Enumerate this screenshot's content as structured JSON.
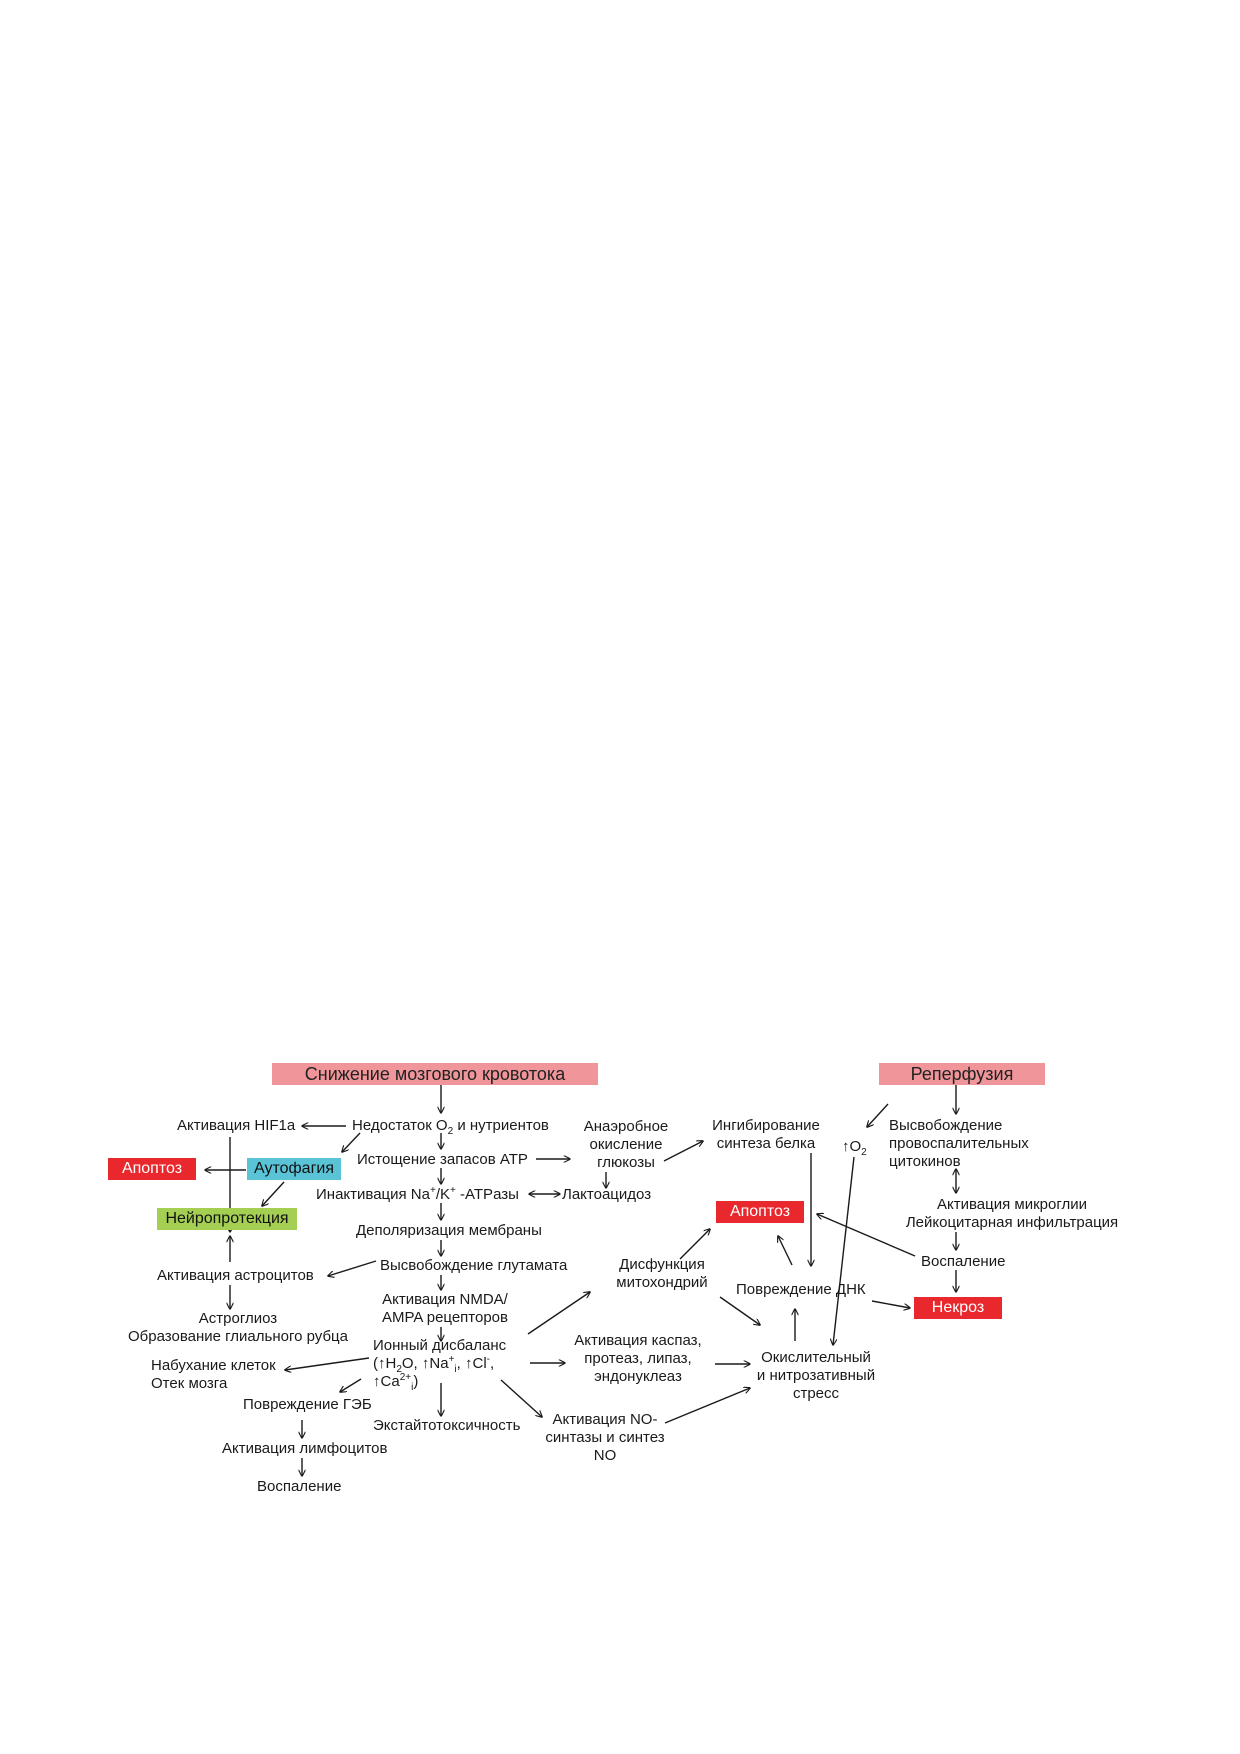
{
  "nodes": {
    "cbf_reduction": "Снижение мозгового кровотока",
    "reperfusion": "Реперфузия",
    "hif": "Активация HIF1a",
    "o2_deficit_a": "Недостаток O",
    "o2_deficit_sub": "2",
    "o2_deficit_b": " и нутриентов",
    "anaerobic_1": "Анаэробное",
    "anaerobic_2": "окисление",
    "anaerobic_3": "глюкозы",
    "protein_inhib_1": "Ингибирование",
    "protein_inhib_2": "синтеза белка",
    "o2_up_a": "↑O",
    "o2_up_sub": "2",
    "cytokines_1": "Высвобождение",
    "cytokines_2": "провоспалительных",
    "cytokines_3": "цитокинов",
    "apoptosis_left": "Апоптоз",
    "autophagy": "Аутофагия",
    "atp": "Истощение запасов ATP",
    "atpase_a": "Инактивация Na",
    "atpase_sup1": "+",
    "atpase_b": "/K",
    "atpase_sup2": "+",
    "atpase_c": " -ATPазы",
    "lactoacidosis": "Лактоацидоз",
    "microglia_1": "Активация микроглии",
    "microglia_2": "Лейкоцитарная инфильтрация",
    "neuroprotection": "Нейропротекция",
    "depolarization": "Деполяризация мембраны",
    "apoptosis_right": "Апоптоз",
    "glutamate": "Высвобождение глутамата",
    "mito_1": "Дисфункция",
    "mito_2": "митохондрий",
    "inflammation_right": "Воспаление",
    "astrocytes": "Активация астроцитов",
    "nmda_1": "Активация NMDA/",
    "nmda_2": "AMPA рецепторов",
    "dna_damage": "Повреждение ДНК",
    "necrosis": "Некроз",
    "astrogliosis_1": "Астроглиоз",
    "astrogliosis_2": "Образование глиального рубца",
    "ionic_1": "Ионный дисбаланс",
    "ionic_2a": "(↑H",
    "ionic_2sub": "2",
    "ionic_2b": "O, ↑Na",
    "ionic_2sup": "+",
    "ionic_2sub2": "i",
    "ionic_2c": ", ↑Cl",
    "ionic_2sup2": "-",
    "ionic_2d": ",",
    "ionic_3a": "↑Ca",
    "ionic_3sup": "2+",
    "ionic_3sub": "i",
    "ionic_3b": ")",
    "caspases_1": "Активация каспаз,",
    "caspases_2": "протеаз, липаз,",
    "caspases_3": "эндонуклеаз",
    "oxidative_1": "Окислительный",
    "oxidative_2": "и нитрозативный",
    "oxidative_3": "стресс",
    "swelling_1": "Набухание клеток",
    "swelling_2": "Отек мозга",
    "bbb": "Повреждение ГЭБ",
    "excitotoxicity": "Экстайтотоксичность",
    "nos_1": "Активация NO-",
    "nos_2": "синтазы и синтез",
    "nos_3": "NO",
    "lymphocytes": "Активация лимфоцитов",
    "inflammation_left": "Воспаление"
  },
  "colors": {
    "pink_box": "#f0959a",
    "red_box": "#e8282d",
    "blue_box": "#5bc3d6",
    "green_box": "#a5cf52",
    "line": "#1a1a1a"
  }
}
